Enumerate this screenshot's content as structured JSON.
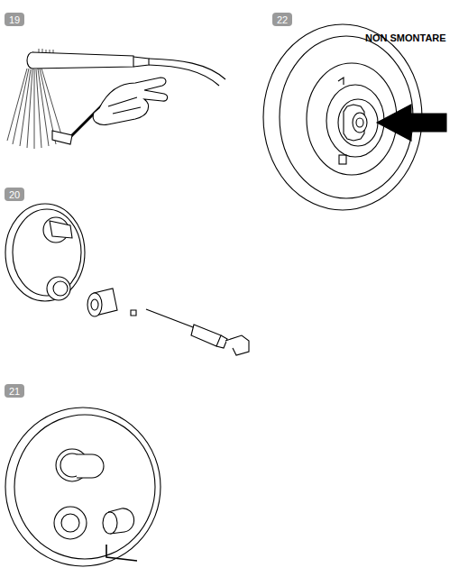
{
  "diagram": {
    "nodes": [
      {
        "text": [
          "19"
        ]
      },
      {
        "text": [
          "22"
        ]
      },
      {
        "text": [
          "20"
        ]
      },
      {
        "text": [
          "21"
        ]
      }
    ],
    "labels": [
      "NON SMONTARE"
    ]
  }
}
